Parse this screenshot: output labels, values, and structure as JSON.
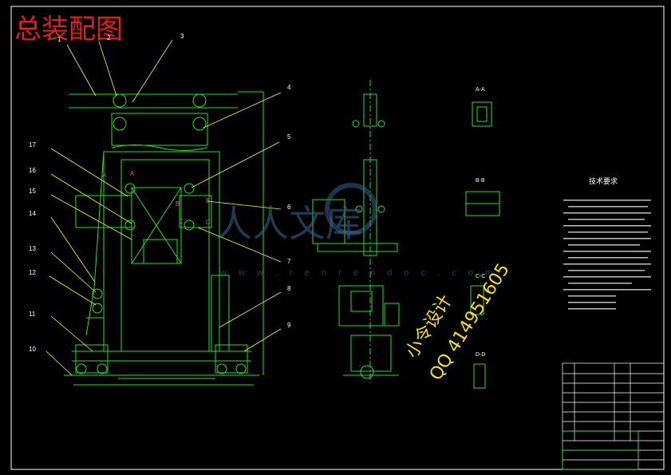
{
  "title": "总装配图",
  "callouts": [
    "1",
    "2",
    "3",
    "4",
    "5",
    "6",
    "7",
    "8",
    "9",
    "10",
    "11",
    "12",
    "13",
    "14",
    "15",
    "16",
    "17"
  ],
  "section_labels": {
    "aa": "A-A",
    "bb": "B-B",
    "cc": "C-C",
    "dd": "D-D"
  },
  "tech_requirements": {
    "heading": "技术要求"
  },
  "watermark": {
    "text": "人人文库",
    "url": "w w w . r e n r e n d o c . c o m"
  },
  "overlay": {
    "line1": "小令设计",
    "line2": "QQ 414951605"
  },
  "colors": {
    "line": "#22e022",
    "frame": "#ffffff",
    "leader": "#ffff00",
    "title": "#e0201a",
    "magenta": "#e040e0"
  }
}
